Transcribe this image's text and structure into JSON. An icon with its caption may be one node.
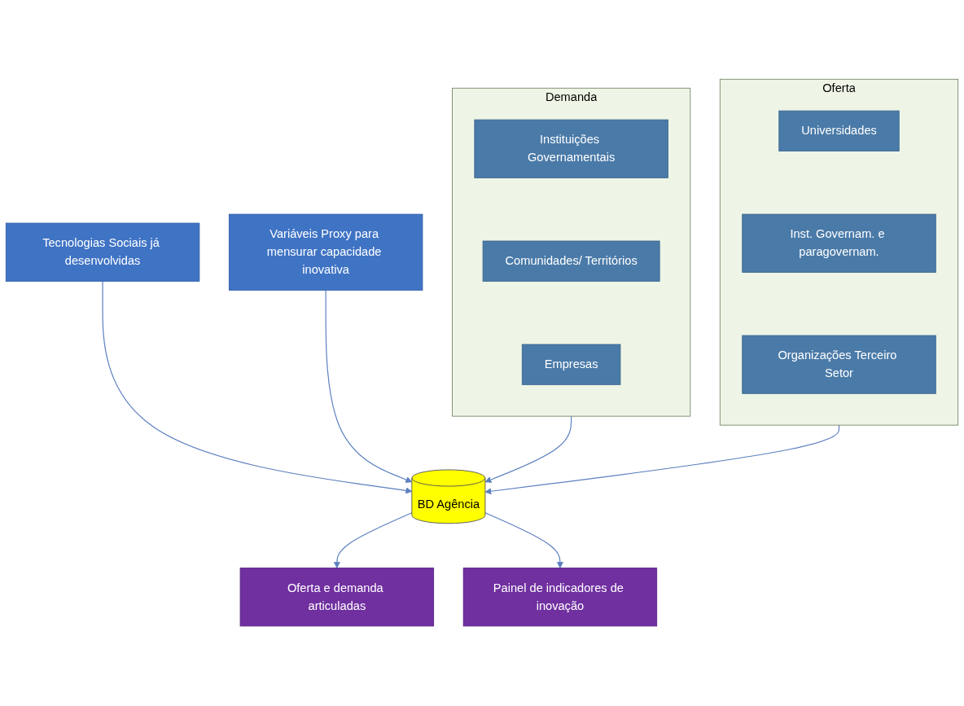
{
  "diagram": {
    "nodes": [
      {
        "text": [
          "Demanda"
        ]
      },
      {
        "text": [
          "Instituições Governamentais"
        ],
        "in": 0
      },
      {
        "text": [
          "Comunidades/ Territórios"
        ],
        "in": 0
      },
      {
        "text": [
          "Empresas"
        ],
        "in": 0
      },
      {
        "text": [
          "Tecnologias Sociais já desenvolvidas"
        ]
      },
      {
        "text": [
          "Oferta"
        ]
      },
      {
        "text": [
          "Universidades"
        ],
        "in": 5
      },
      {
        "text": [
          "Inst. Governam. e paragovernam."
        ],
        "in": 5
      },
      {
        "text": [
          "Organizações Terceiro Setor"
        ],
        "in": 5
      },
      {
        "text": [
          "BD Agência"
        ]
      },
      {
        "text": [
          "Variáveis Proxy para mensurar capacidade inovativa"
        ]
      },
      {
        "text": [
          "Oferta e demanda articuladas"
        ]
      },
      {
        "text": [
          "Painel de indicadores de inovação"
        ]
      }
    ],
    "edges": [
      {
        "from": 0,
        "to": 9,
        "arrow": "to"
      },
      {
        "from": 4,
        "to": 9,
        "arrow": "to"
      },
      {
        "from": 5,
        "to": 9,
        "arrow": "to"
      },
      {
        "from": 10,
        "to": 9,
        "arrow": "to"
      },
      {
        "from": 9,
        "to": 11,
        "arrow": "to"
      },
      {
        "from": 9,
        "to": 12,
        "arrow": "to"
      }
    ]
  }
}
